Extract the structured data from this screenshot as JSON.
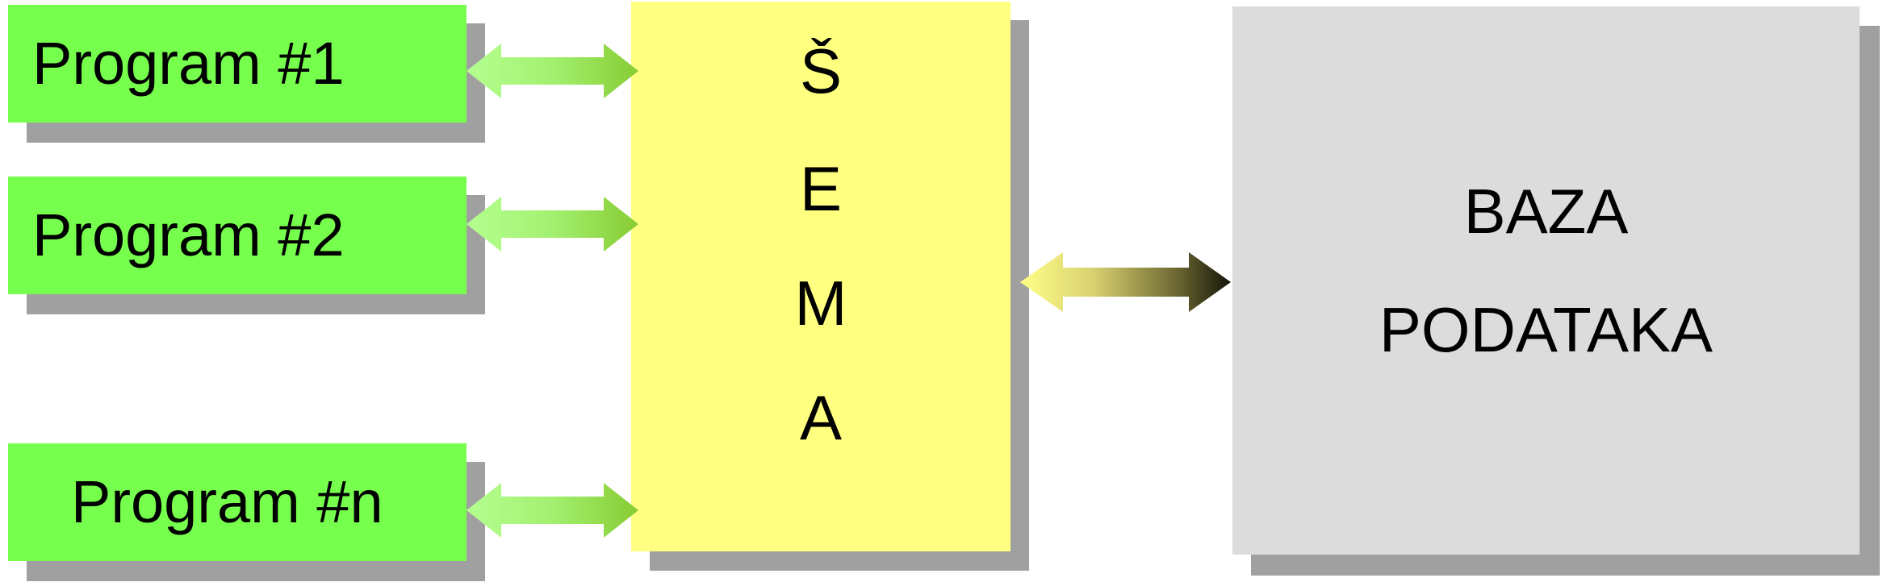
{
  "programs": [
    {
      "label": "Program #1"
    },
    {
      "label": "Program #2"
    },
    {
      "label": "Program #n"
    }
  ],
  "schema": {
    "letters": [
      "Š",
      "E",
      "M",
      "A"
    ]
  },
  "database": {
    "line1": "BAZA",
    "line2": "PODATAKA"
  },
  "colors": {
    "program_fill": "#77ff4d",
    "schema_fill": "#ffff80",
    "database_fill": "#dcdcdc",
    "shadow": "#a0a0a0",
    "green_arrow_light": "#a8ff80",
    "green_arrow_dark": "#8ccf3a",
    "db_arrow_light": "#ffff80",
    "db_arrow_dark": "#1a1a0a"
  }
}
